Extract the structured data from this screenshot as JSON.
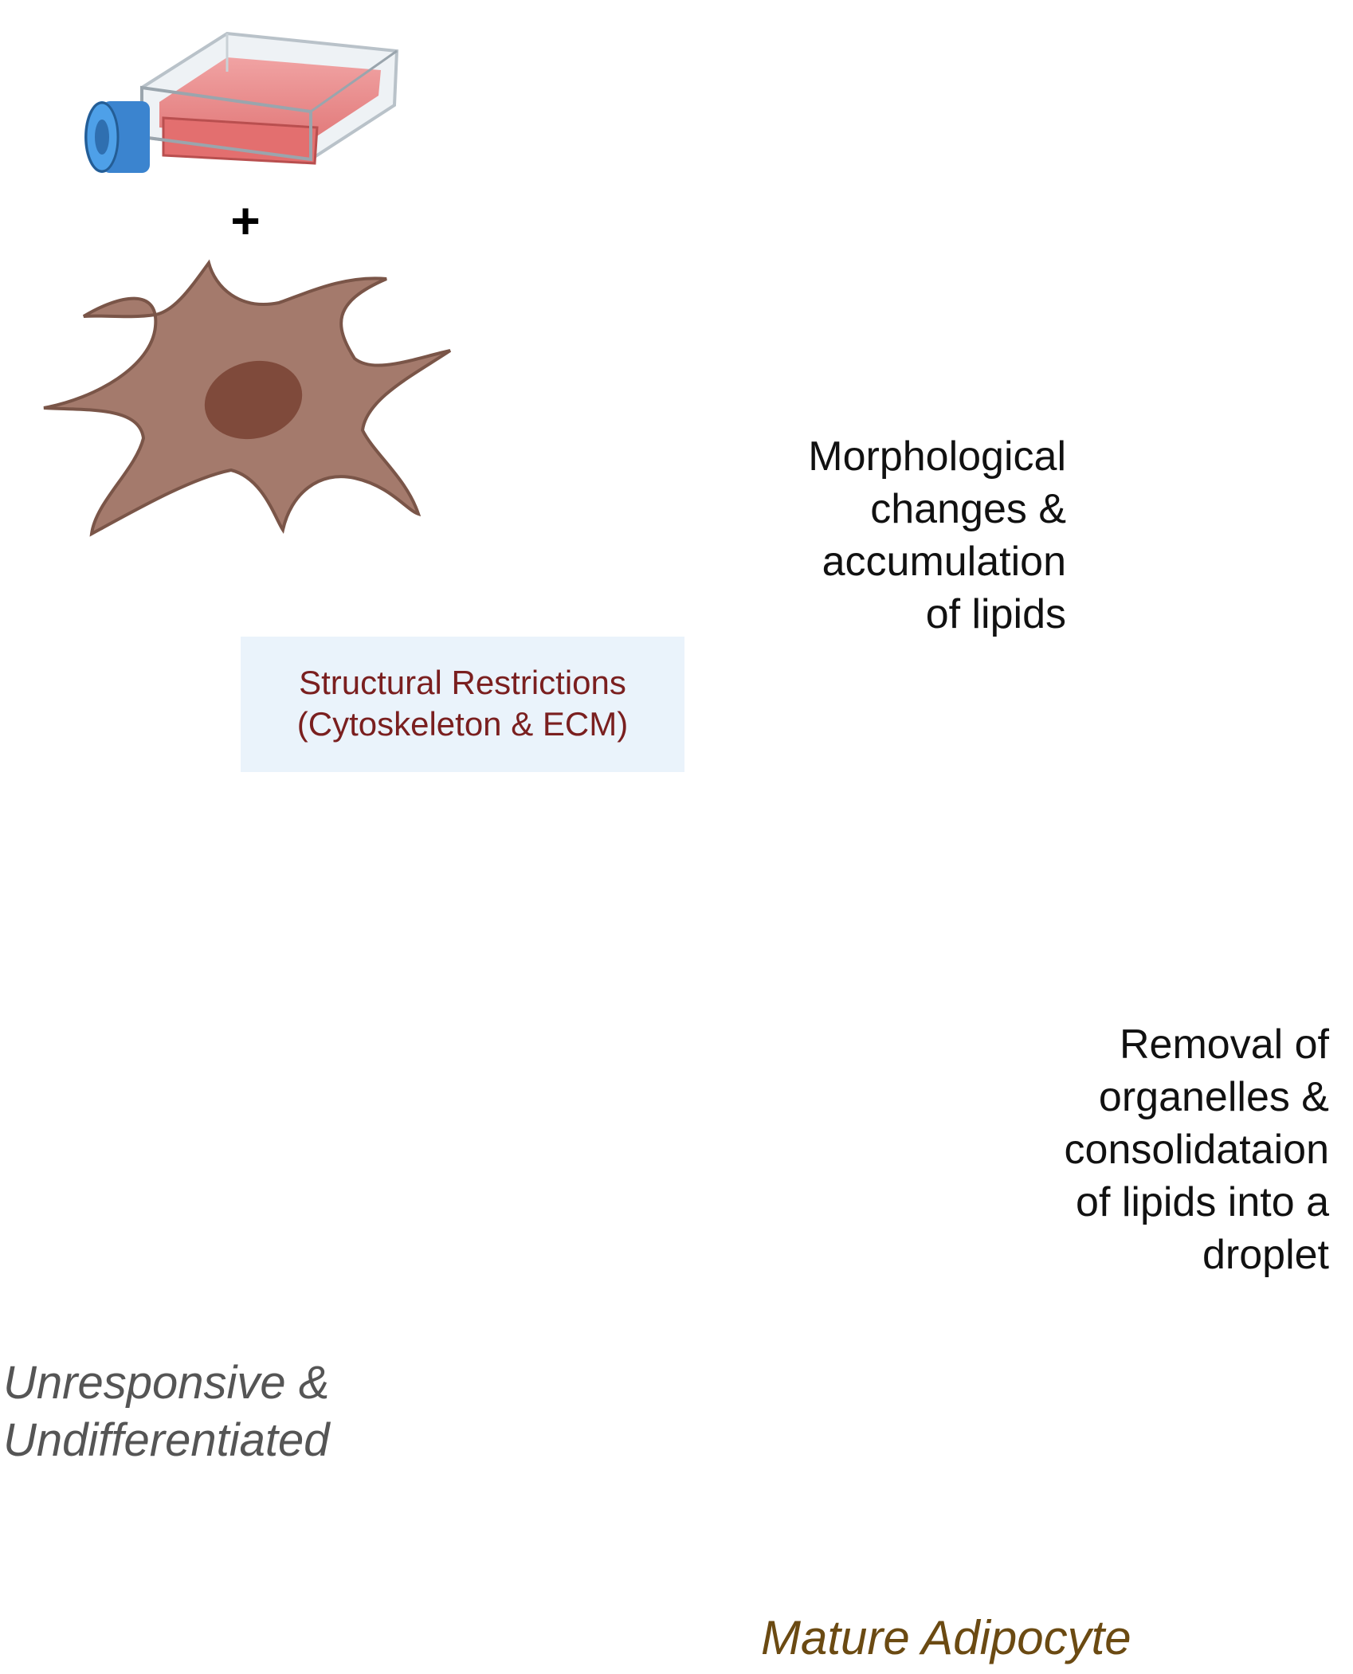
{
  "plus_sign": "+",
  "steps": {
    "morphological": [
      "Morphological",
      "changes &",
      "accumulation",
      "of lipids"
    ],
    "removal": [
      "Removal of",
      "organelles &",
      "consolidataion",
      "of lipids into a",
      "droplet"
    ]
  },
  "restriction": {
    "line1": "Structural Restrictions",
    "line2": "(Cytoskeleton & ECM)"
  },
  "outcomes": {
    "undifferentiated": [
      "Unresponsive &",
      "Undifferentiated"
    ],
    "mature": "Mature Adipocyte"
  },
  "icons": [
    "culture-flask-icon",
    "stem-cell-icon",
    "preadipocyte-icon",
    "mature-adipocyte-icon",
    "undifferentiated-cell-icon"
  ],
  "colors": {
    "arrow": "#6e6e6e",
    "restriction_box": "#eaf3fb",
    "restriction_text": "#7a1f1f",
    "stem_cell": "#a47a6c",
    "stem_nucleus": "#7f4a3b",
    "lipid_cell": "#d4b977",
    "mature_cell": "#f7e6a3",
    "undifferentiated_cell": "#b4b4b4",
    "mature_label": "#6b4a12",
    "undifferentiated_label": "#555555"
  }
}
